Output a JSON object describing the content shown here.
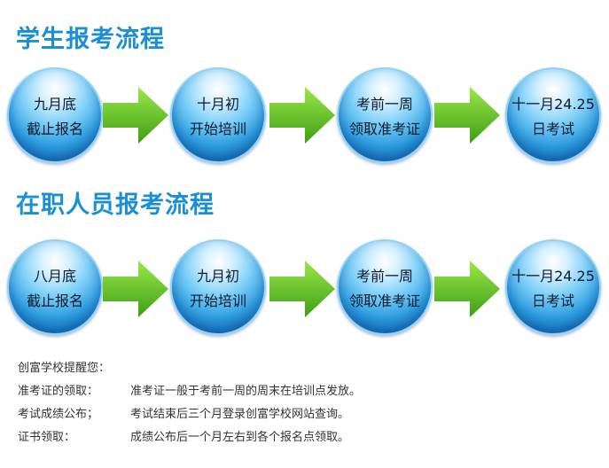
{
  "rows": [
    {
      "title": "学生报考流程",
      "steps": [
        {
          "line1": "九月底",
          "line2": "截止报名"
        },
        {
          "line1": "十月初",
          "line2": "开始培训"
        },
        {
          "line1": "考前一周",
          "line2": "领取准考证"
        },
        {
          "line1": "十一月24.25",
          "line2": "日考试"
        }
      ]
    },
    {
      "title": "在职人员报考流程",
      "steps": [
        {
          "line1": "八月底",
          "line2": "截止报名"
        },
        {
          "line1": "九月初",
          "line2": "开始培训"
        },
        {
          "line1": "考前一周",
          "line2": "领取准考证"
        },
        {
          "line1": "十一月24.25",
          "line2": "日考试"
        }
      ]
    }
  ],
  "notes": {
    "heading": "创富学校提醒您：",
    "items": [
      {
        "label": "准考证的领取：",
        "text": "准考证一般于考前一周的周末在培训点发放。"
      },
      {
        "label": "考试成绩公布；",
        "text": "考试结束后三个月登录创富学校网站查询。"
      },
      {
        "label": "证书领取：",
        "text": "成绩公布后一个月左右到各个报名点领取。"
      }
    ]
  }
}
